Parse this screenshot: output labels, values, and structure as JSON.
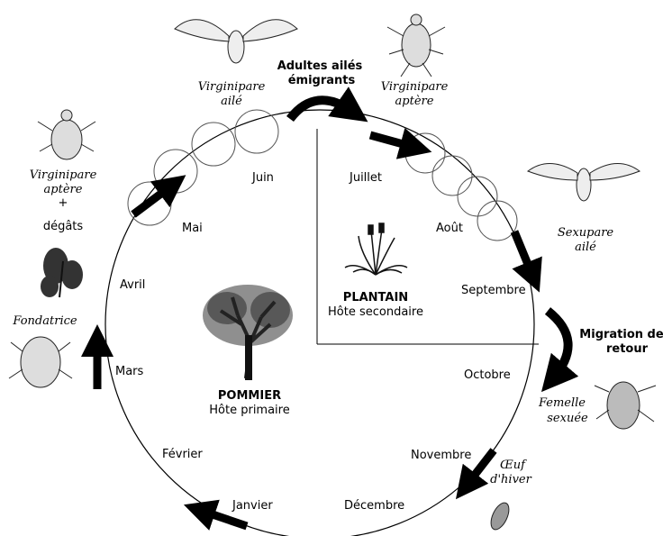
{
  "months": {
    "jan": "Janvier",
    "feb": "Février",
    "mar": "Mars",
    "apr": "Avril",
    "may": "Mai",
    "jun": "Juin",
    "jul": "Juillet",
    "aug": "Août",
    "sep": "Septembre",
    "oct": "Octobre",
    "nov": "Novembre",
    "dec": "Décembre"
  },
  "hosts": {
    "primary_name": "POMMIER",
    "primary_role": "Hôte primaire",
    "secondary_name": "PLANTAIN",
    "secondary_role": "Hôte secondaire"
  },
  "stages": {
    "fondatrice": "Fondatrice",
    "virg_aptere_spring_1": "Virginipare",
    "virg_aptere_spring_2": "aptère",
    "virg_aptere_spring_3": "+",
    "virg_aptere_spring_4": "dégâts",
    "virg_aile_1": "Virginipare",
    "virg_aile_2": "ailé",
    "virg_aptere_summer_1": "Virginipare",
    "virg_aptere_summer_2": "aptère",
    "sexupare_1": "Sexupare",
    "sexupare_2": "ailé",
    "femelle_1": "Femelle",
    "femelle_2": "sexuée",
    "oeuf_1": "Œuf",
    "oeuf_2": "d'hiver"
  },
  "events": {
    "emigrants_1": "Adultes ailés",
    "emigrants_2": "émigrants",
    "return_1": "Migration de",
    "return_2": "retour"
  }
}
